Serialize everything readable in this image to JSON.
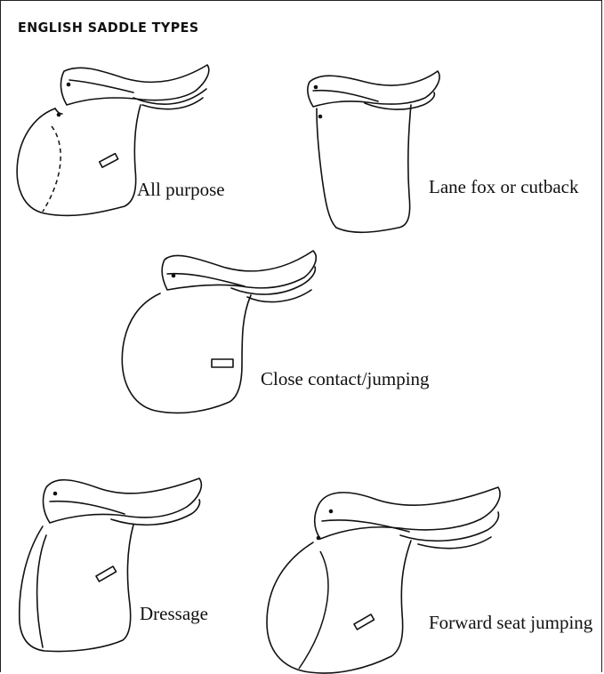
{
  "title": "ENGLISH SADDLE TYPES",
  "saddles": [
    {
      "label": "All purpose",
      "icon": "all-purpose-saddle-icon"
    },
    {
      "label": "Lane fox or cutback",
      "icon": "lane-fox-saddle-icon"
    },
    {
      "label": "Close contact/jumping",
      "icon": "close-contact-saddle-icon"
    },
    {
      "label": "Dressage",
      "icon": "dressage-saddle-icon"
    },
    {
      "label": "Forward seat jumping",
      "icon": "forward-seat-saddle-icon"
    }
  ]
}
